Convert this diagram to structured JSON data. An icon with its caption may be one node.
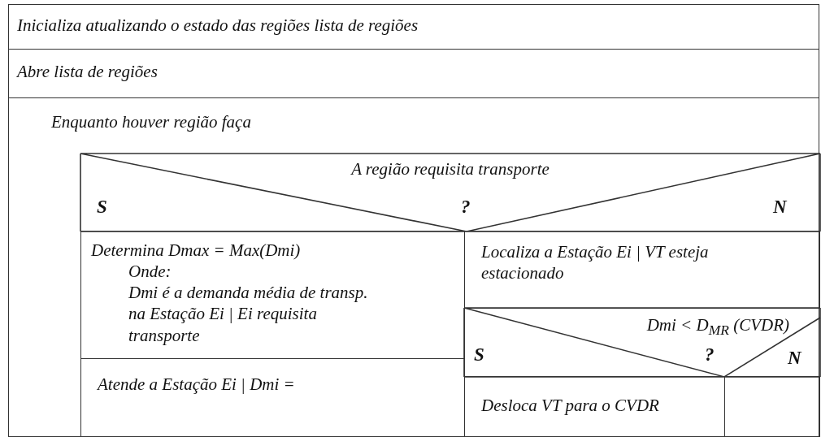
{
  "diagram": {
    "nodes": [
      {
        "text": [
          "Inicializa atualizando o estado das regiões lista de regiões"
        ]
      },
      {
        "text": [
          "Abre lista de regiões"
        ]
      },
      {
        "text": [
          "Enquanto houver região faça"
        ]
      },
      {
        "text": [
          "A região requisita transporte",
          "S",
          "?",
          "N"
        ],
        "in": 2
      },
      {
        "text": [
          "Determina  Dmax = Max(Dmi)",
          "Onde:",
          "Dmi é a demanda média de transp. na Estação Ei | Ei requisita transporte"
        ],
        "in": 2
      },
      {
        "text": [
          "Atende a Estação Ei | Dmi ="
        ],
        "in": 2
      },
      {
        "text": [
          "Localiza a Estação Ei | VT esteja estacionado"
        ],
        "in": 2
      },
      {
        "text": [
          "Dmi < D$_{MR}$ (CVDR)",
          "S",
          "?",
          "N"
        ],
        "in": 2
      },
      {
        "text": [
          "Desloca VT para o CVDR"
        ],
        "in": 2
      },
      {
        "text": [],
        "shape": "box",
        "in": 2
      }
    ],
    "edges": []
  }
}
